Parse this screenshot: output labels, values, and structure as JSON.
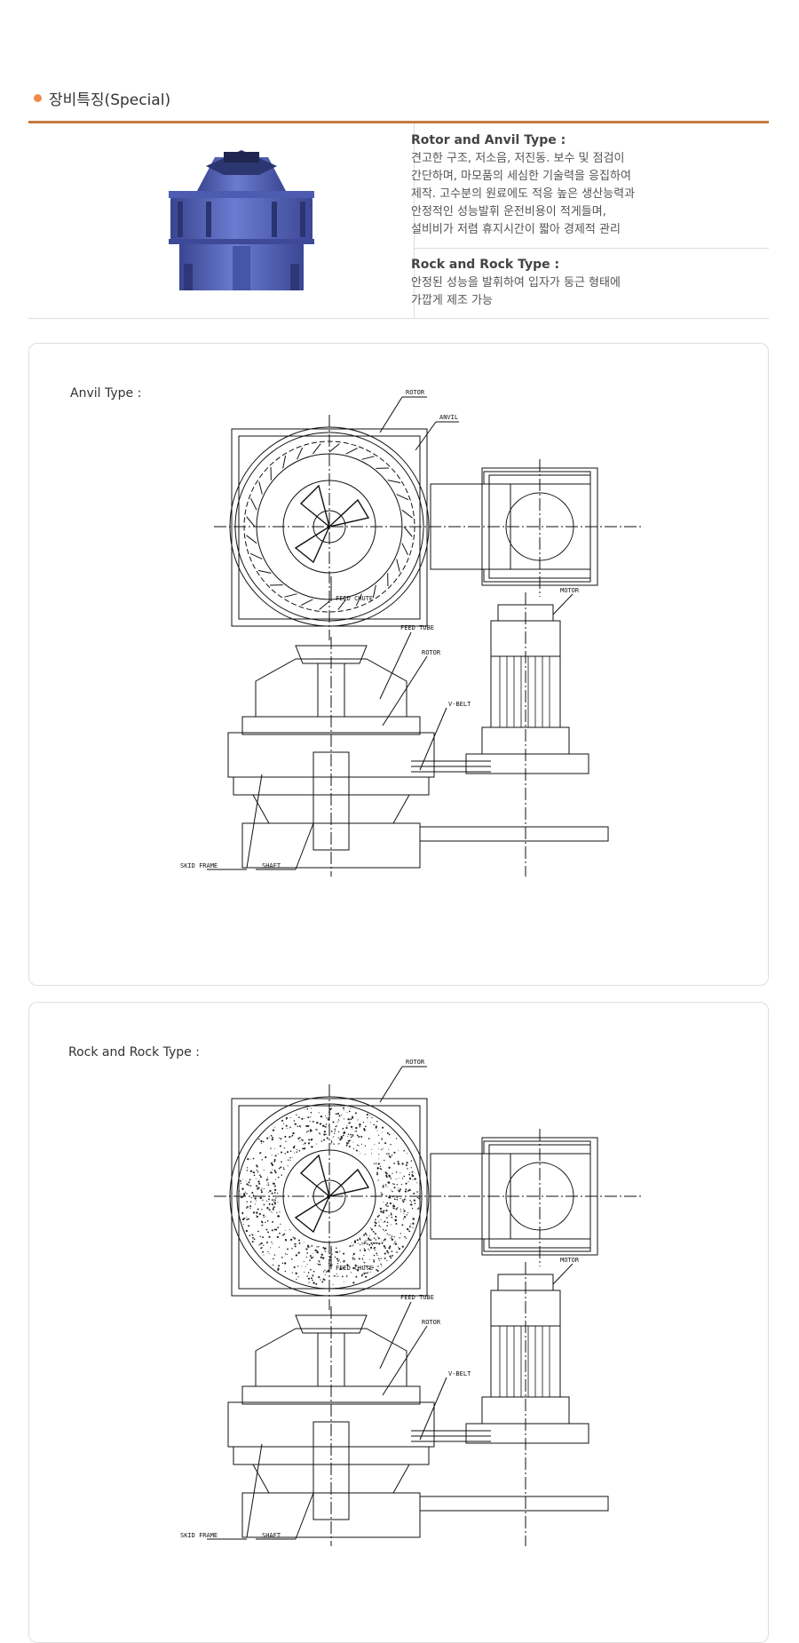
{
  "header": {
    "title": "장비특징(Special)"
  },
  "features": [
    {
      "title": "Rotor and Anvil Type :",
      "lines": [
        "견고한 구조, 저소음, 저진동. 보수 및 점검이",
        "간단하며, 마모품의 세심한 기술력을 응집하여",
        "제작. 고수분의 원료에도 적응 높은 생산능력과",
        "안정적인 성능발휘 운전비용이 적게들며,",
        "설비비가 저렴 휴지시간이 짧아 경제적 관리"
      ]
    },
    {
      "title": "Rock and Rock Type :",
      "lines": [
        "안정된 성능을 발휘하여 입자가 둥근 형태에",
        "가깝게 제조 가능"
      ]
    }
  ],
  "panels": [
    {
      "label": "Anvil Type :",
      "top_labels": {
        "rotor": "ROTOR",
        "anvil": "ANVIL"
      },
      "side_labels": {
        "feed_chute": "FEED CHUTE",
        "feed_tube": "FEED TUBE",
        "rotor": "ROTOR",
        "motor": "MOTOR",
        "v_belt": "V-BELT",
        "skid_frame": "SKID FRAME",
        "shaft": "SHAFT"
      }
    },
    {
      "label": "Rock and Rock Type :",
      "top_labels": {
        "rotor": "ROTOR"
      },
      "side_labels": {
        "feed_chute": "FEED CHUTE",
        "feed_tube": "FEED TUBE",
        "rotor": "ROTOR",
        "motor": "MOTOR",
        "v_belt": "V-BELT",
        "skid_frame": "SKID FRAME",
        "shaft": "SHAFT"
      }
    }
  ],
  "colors": {
    "accent_bullet": "#f08a4b",
    "accent_rule": "#c97a3c",
    "machine_blue": "#5867b8"
  }
}
